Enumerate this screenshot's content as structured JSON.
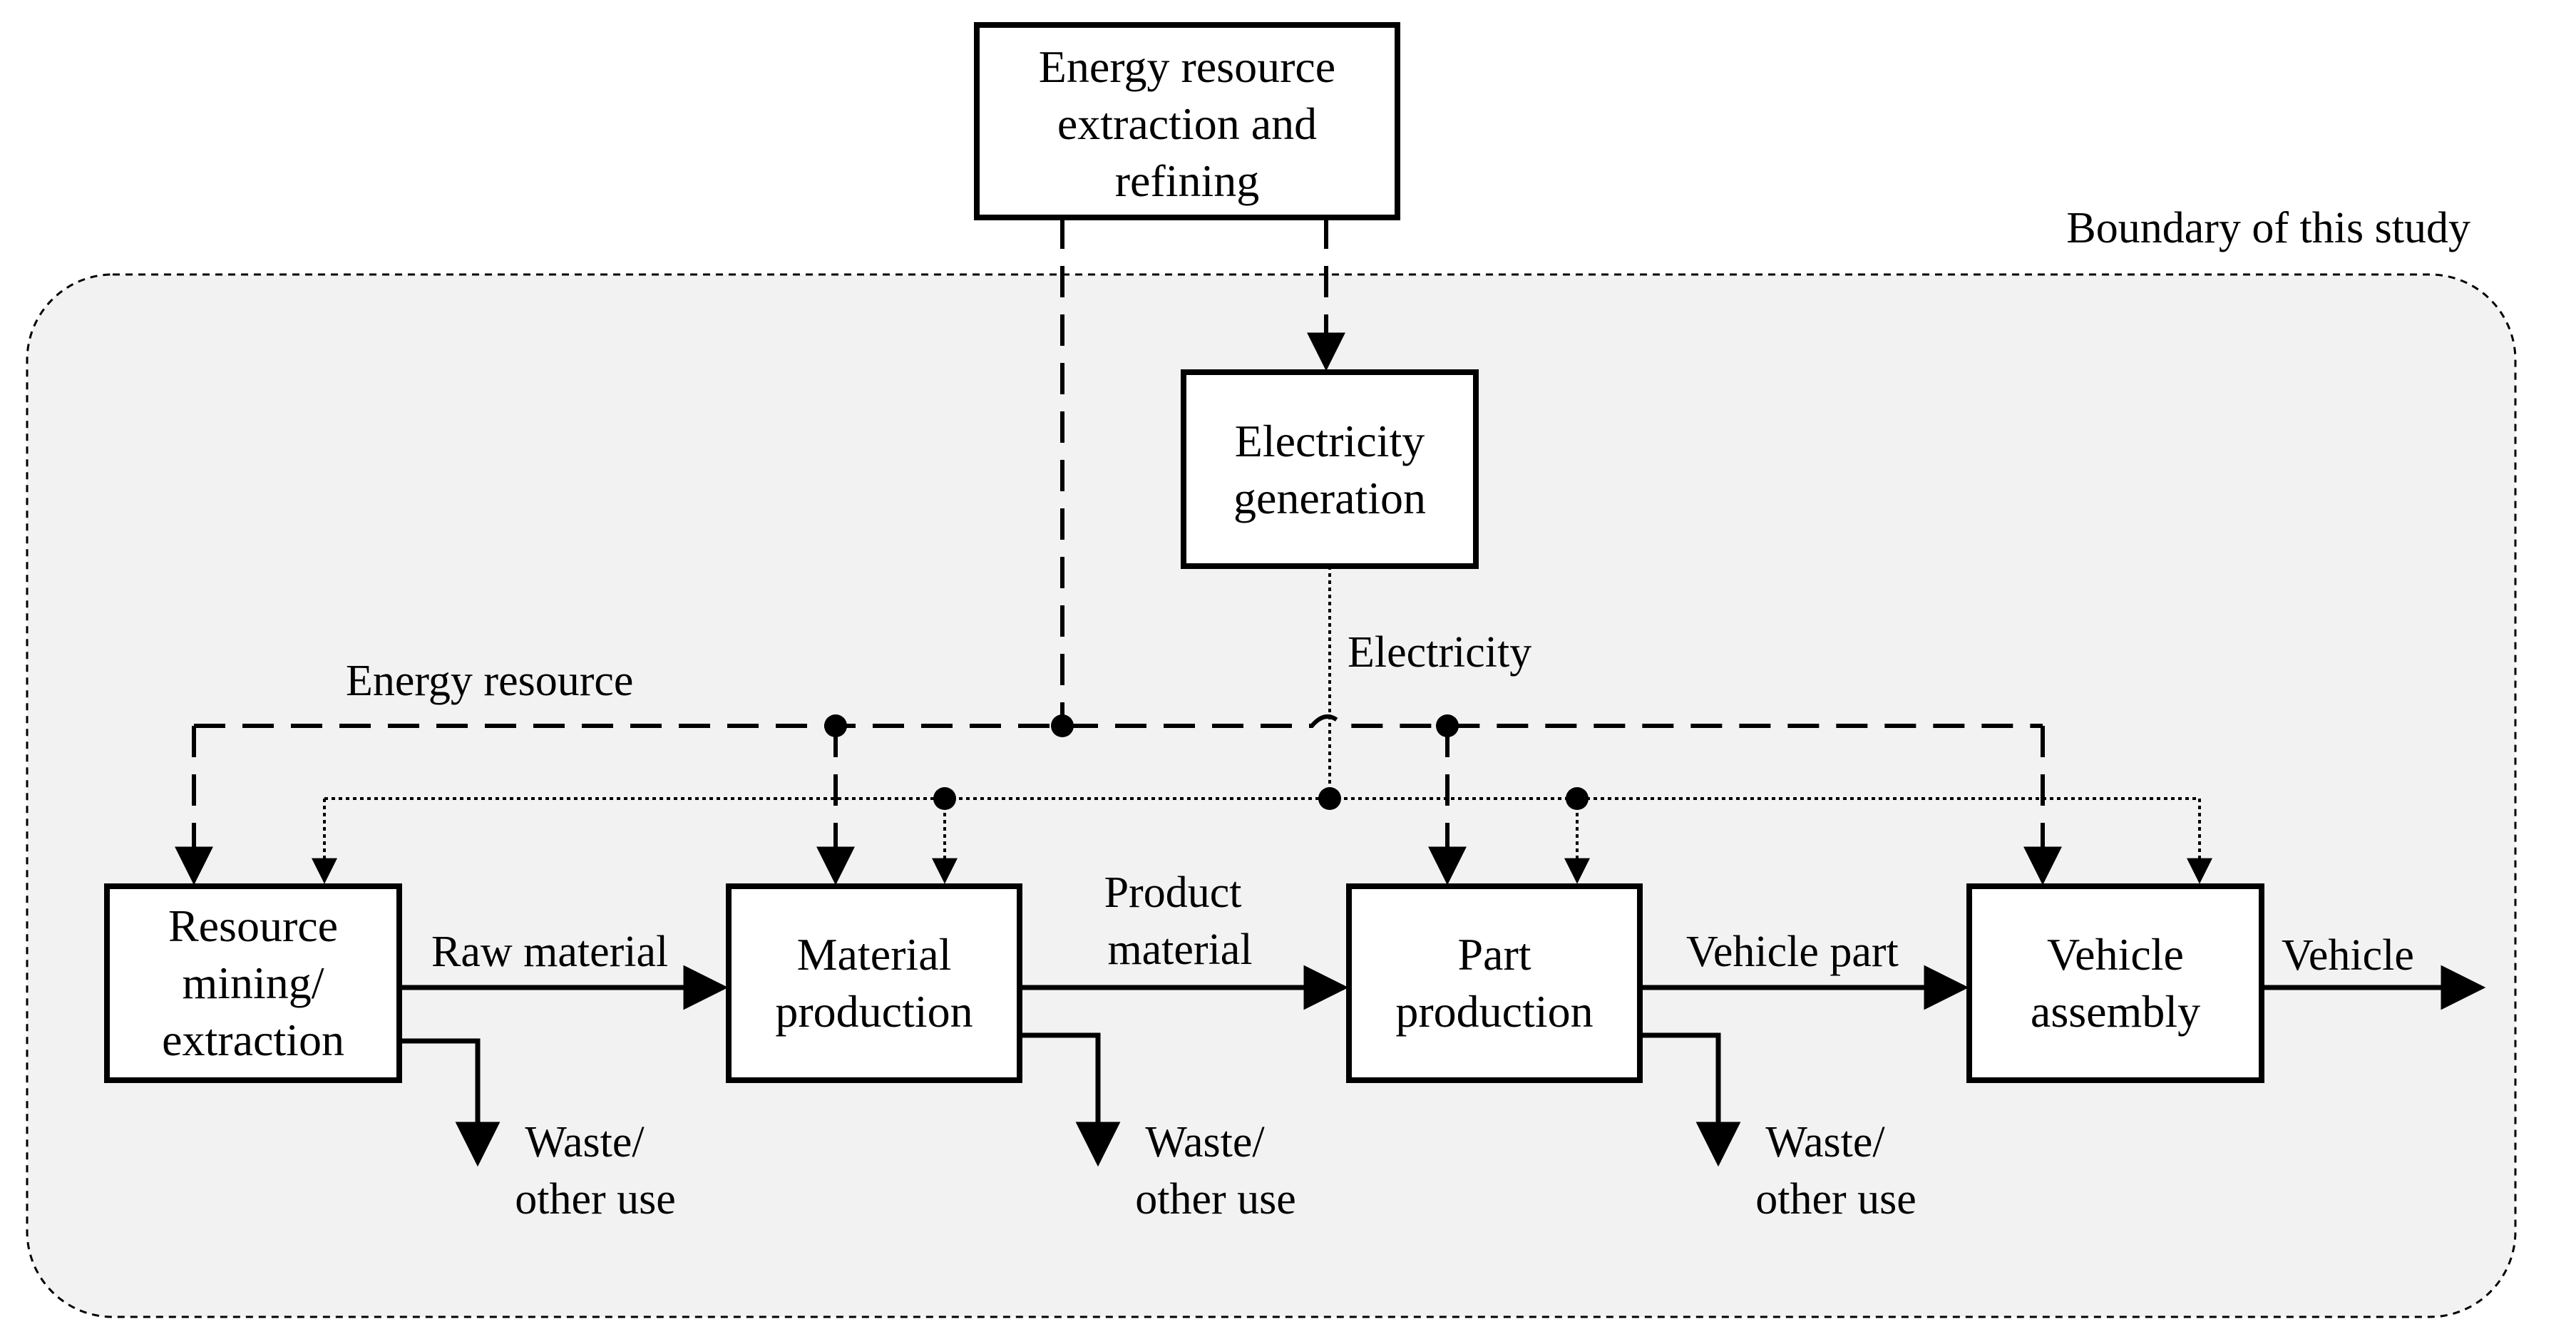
{
  "boundary_label": "Boundary of this study",
  "boxes": {
    "energy_extraction": [
      "Energy resource",
      "extraction and",
      "refining"
    ],
    "electricity_generation": [
      "Electricity",
      "generation"
    ],
    "resource_mining": [
      "Resource",
      "mining/",
      "extraction"
    ],
    "material_production": [
      "Material",
      "production"
    ],
    "part_production": [
      "Part",
      "production"
    ],
    "vehicle_assembly": [
      "Vehicle",
      "assembly"
    ]
  },
  "flows": {
    "energy_resource": "Energy resource",
    "electricity": "Electricity",
    "raw_material": "Raw material",
    "product_material": [
      "Product",
      "material"
    ],
    "vehicle_part": "Vehicle part",
    "vehicle": "Vehicle",
    "waste": [
      "Waste/",
      "other use"
    ]
  },
  "colors": {
    "boundary_fill": "#f2f2f2",
    "line": "#000000"
  }
}
